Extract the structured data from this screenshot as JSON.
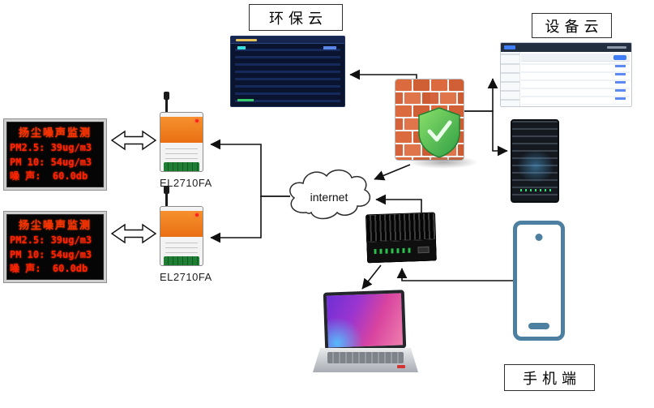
{
  "diagram": {
    "env_cloud_label": "环保云",
    "device_cloud_label": "设备云",
    "mobile_label": "手机端",
    "internet_label": "internet"
  },
  "led_panels": [
    {
      "title": "扬尘噪声监测",
      "lines": [
        "PM2.5: 39ug/m3",
        "PM 10: 54ug/m3",
        "噪 声:  60.0db"
      ]
    },
    {
      "title": "扬尘噪声监测",
      "lines": [
        "PM2.5: 39ug/m3",
        "PM 10: 54ug/m3",
        "噪 声:  60.0db"
      ]
    }
  ],
  "devices": [
    {
      "label": "EL2710FA"
    },
    {
      "label": "EL2710FA"
    }
  ],
  "icons": {
    "firewall": "brick-wall-with-green-shield",
    "cloud": "cloud-outline",
    "phone": "smartphone-outline",
    "server": "rack-server",
    "laptop": "laptop-with-purple-wallpaper"
  },
  "colors": {
    "led_text": "#ff2500",
    "brick_orange": "#d96a3f",
    "shield_green": "#3ba94e",
    "phone_blue": "#4d7fa0",
    "dtu_orange": "#ee7d16",
    "screen_purple": "#9b35cf"
  }
}
